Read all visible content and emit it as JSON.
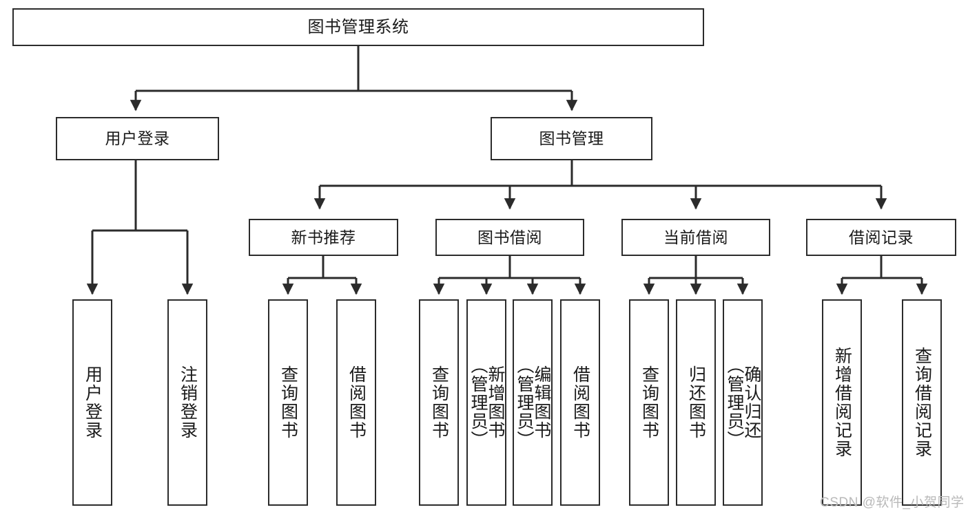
{
  "diagram": {
    "title": "图书管理系统",
    "type": "tree-hierarchy-diagram",
    "colors": {
      "box_border": "#2b2b2b",
      "box_fill": "#ffffff",
      "connector": "#2b2b2b",
      "text": "#1a1a1a",
      "watermark": "#b9b9b9",
      "background": "#ffffff"
    },
    "nodes": {
      "root": {
        "label": "图书管理系统"
      },
      "level2": [
        {
          "label": "用户登录"
        },
        {
          "label": "图书管理"
        }
      ],
      "level3": [
        {
          "label": "新书推荐"
        },
        {
          "label": "图书借阅"
        },
        {
          "label": "当前借阅"
        },
        {
          "label": "借阅记录"
        }
      ],
      "leaves": {
        "user_login": [
          {
            "label": "用户登录"
          },
          {
            "label": "注销登录"
          }
        ],
        "new_book_recommend": [
          {
            "label": "查询图书"
          },
          {
            "label": "借阅图书"
          }
        ],
        "book_borrow": [
          {
            "label": "查询图书"
          },
          {
            "label": "新增图书\n（管理员）"
          },
          {
            "label": "编辑图书\n（管理员）"
          },
          {
            "label": "借阅图书"
          }
        ],
        "current_borrow": [
          {
            "label": "查询图书"
          },
          {
            "label": "归还图书"
          },
          {
            "label": "确认归还\n（管理员）"
          }
        ],
        "borrow_record": [
          {
            "label": "新增借阅记录"
          },
          {
            "label": "查询借阅记录"
          }
        ]
      }
    },
    "watermark": "CSDN @软件_小贺同学"
  }
}
